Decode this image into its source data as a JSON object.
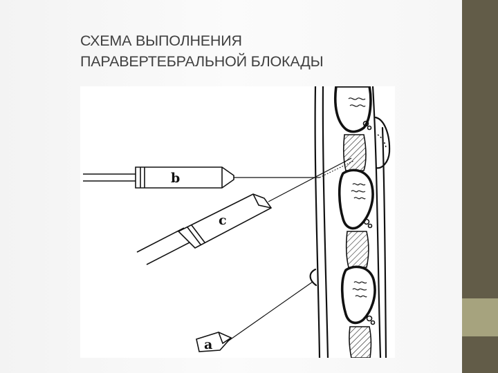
{
  "slide": {
    "title_line1": "СХЕМА ВЫПОЛНЕНИЯ",
    "title_line2": "ПАРАВЕРТЕБРАЛЬНОЙ БЛОКАДЫ"
  },
  "diagram": {
    "labels": {
      "needle_a": "a",
      "needle_b": "b",
      "needle_c": "c"
    }
  },
  "colors": {
    "band_dark": "#625c48",
    "band_light": "#a6a37e",
    "title": "#3f3f3f"
  }
}
